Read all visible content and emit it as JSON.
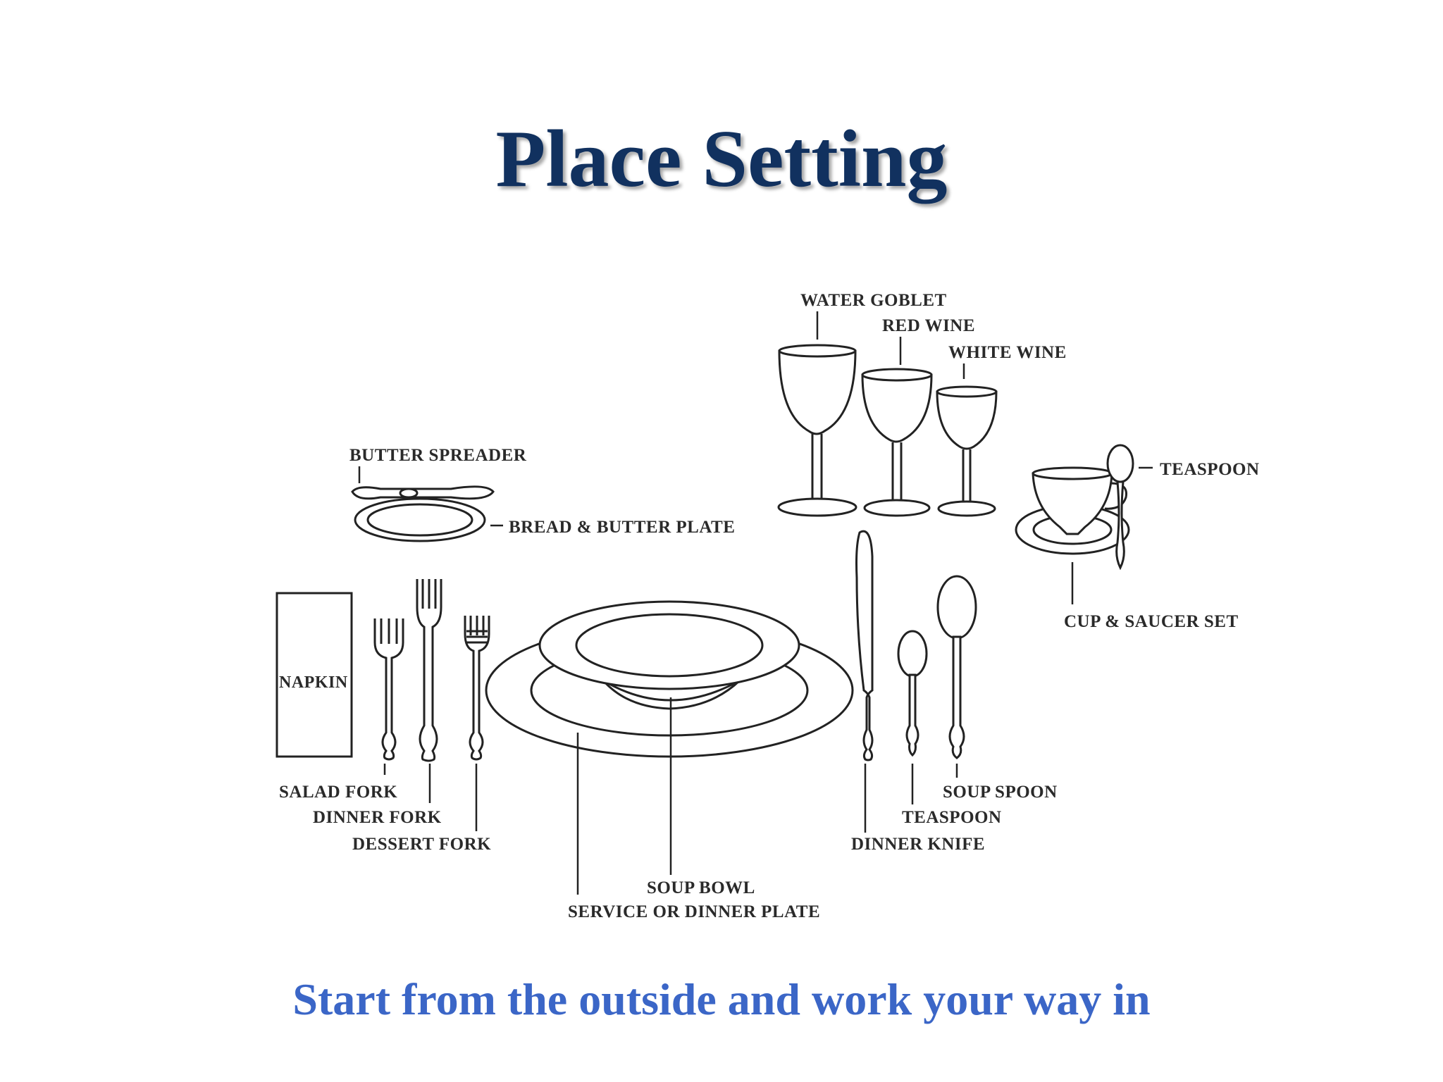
{
  "title": "Place Setting",
  "subtitle": "Start from the outside and work your way in",
  "labels": {
    "water_goblet": "WATER GOBLET",
    "red_wine": "RED WINE",
    "white_wine": "WHITE WINE",
    "teaspoon_cup": "TEASPOON",
    "butter_spreader": "BUTTER SPREADER",
    "bread_butter_plate": "BREAD & BUTTER PLATE",
    "cup_saucer": "CUP & SAUCER SET",
    "napkin": "NAPKIN",
    "salad_fork": "SALAD FORK",
    "dinner_fork": "DINNER FORK",
    "dessert_fork": "DESSERT FORK",
    "soup_bowl": "SOUP BOWL",
    "service_plate": "SERVICE OR DINNER PLATE",
    "dinner_knife": "DINNER KNIFE",
    "teaspoon": "TEASPOON",
    "soup_spoon": "SOUP SPOON"
  },
  "colors": {
    "title": "#11315f",
    "subtitle": "#3b66c7",
    "drawing": "#222222"
  }
}
